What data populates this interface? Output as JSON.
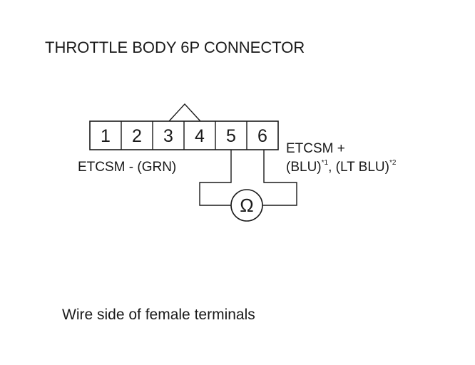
{
  "title": "THROTTLE BODY 6P CONNECTOR",
  "connector": {
    "pins": [
      "1",
      "2",
      "3",
      "4",
      "5",
      "6"
    ]
  },
  "labels": {
    "minus": "ETCSM -  (GRN)",
    "plus_line1": "ETCSM +",
    "plus_line2_a": "(BLU)",
    "plus_sup1": "*1",
    "plus_line2_sep": ", (LT BLU)",
    "plus_sup2": "*2"
  },
  "meter": {
    "symbol": "Ω",
    "icon": "ohmmeter-icon"
  },
  "caption": "Wire side of female terminals"
}
